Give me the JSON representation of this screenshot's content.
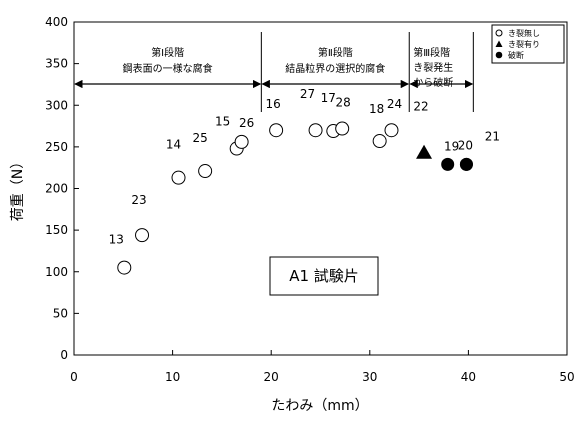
{
  "chart_data": {
    "type": "scatter",
    "title": "",
    "xlabel": "たわみ（mm）",
    "ylabel": "荷重（N）",
    "xlim": [
      0,
      50
    ],
    "ylim": [
      0,
      400
    ],
    "x_ticks": [
      0,
      10,
      20,
      30,
      40,
      50
    ],
    "y_ticks": [
      0,
      50,
      100,
      150,
      200,
      250,
      300,
      350,
      400
    ],
    "grid": false,
    "legend_position": "top-right",
    "series": [
      {
        "name": "き裂無し",
        "marker": "open-circle",
        "color": "#000000",
        "points": [
          {
            "x": 5.1,
            "y": 105,
            "label": "13"
          },
          {
            "x": 6.9,
            "y": 144,
            "label": "23"
          },
          {
            "x": 10.6,
            "y": 213,
            "label": "14"
          },
          {
            "x": 13.3,
            "y": 221,
            "label": "25"
          },
          {
            "x": 16.5,
            "y": 248,
            "label": "15"
          },
          {
            "x": 17.0,
            "y": 256,
            "label": "26"
          },
          {
            "x": 20.5,
            "y": 270,
            "label": "16"
          },
          {
            "x": 24.5,
            "y": 270,
            "label": "27"
          },
          {
            "x": 26.3,
            "y": 269,
            "label": "17"
          },
          {
            "x": 27.2,
            "y": 272,
            "label": "28"
          },
          {
            "x": 31.0,
            "y": 257,
            "label": "18"
          },
          {
            "x": 32.2,
            "y": 270,
            "label": "24"
          }
        ]
      },
      {
        "name": "き裂有り",
        "marker": "filled-triangle",
        "color": "#000000",
        "points": [
          {
            "x": 35.5,
            "y": 243,
            "label": "22"
          }
        ]
      },
      {
        "name": "破断",
        "marker": "filled-circle",
        "color": "#000000",
        "points": [
          {
            "x": 37.9,
            "y": 229,
            "label": "19"
          },
          {
            "x": 39.8,
            "y": 229,
            "label": "20"
          }
        ]
      }
    ],
    "extra_labels": [
      "21"
    ],
    "stages": [
      {
        "x_start": 0,
        "x_end": 19.0,
        "title": "第Ⅰ段階",
        "desc": "鋼表面の一様な腐食"
      },
      {
        "x_start": 19.0,
        "x_end": 34.0,
        "title": "第Ⅱ段階",
        "desc": "結晶粒界の選択的腐食"
      },
      {
        "x_start": 34.0,
        "x_end": 40.5,
        "title": "第Ⅲ段階",
        "desc": "き裂発生から破断"
      }
    ],
    "annotation_box": "A1 試験片"
  }
}
